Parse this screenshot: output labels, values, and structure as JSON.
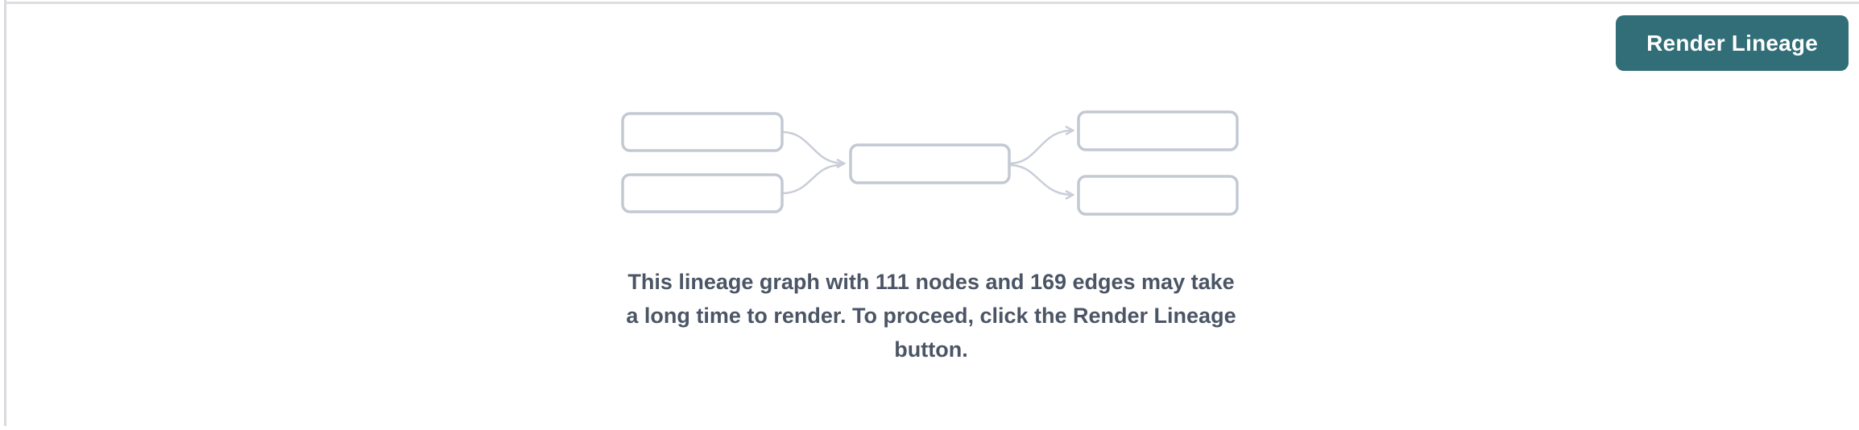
{
  "toolbar": {
    "render_lineage_button": {
      "label": "Render Lineage",
      "background": "#316e77",
      "text_color": "#ffffff"
    }
  },
  "empty_state": {
    "graph_stats": {
      "nodes": 111,
      "edges": 169
    },
    "message_lines": [
      "This lineage graph with 111 nodes and 169 edges may take",
      "a long time to render. To proceed, click the Render Lineage",
      "button."
    ],
    "message_text_color": "#4b5565",
    "placeholder_diagram": {
      "node_fill": "#ffffff",
      "node_stroke": "#c3c9d3",
      "edge_stroke": "#c9ced8"
    }
  },
  "panel": {
    "background": "#ffffff",
    "edge_line_color": "#d9dade"
  }
}
